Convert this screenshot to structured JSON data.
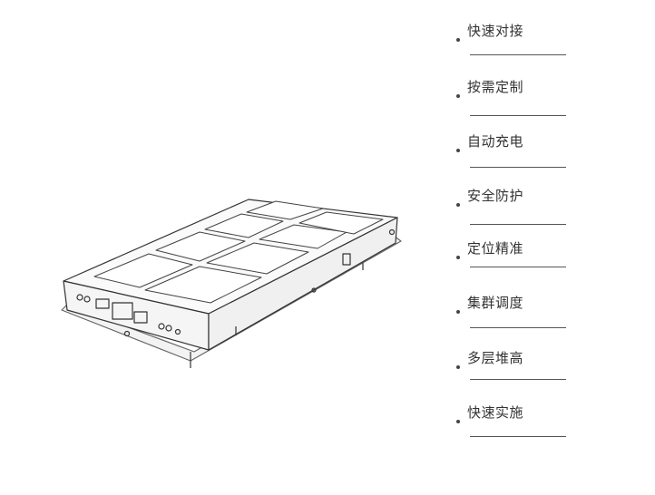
{
  "features": [
    {
      "label": "快速对接"
    },
    {
      "label": "按需定制"
    },
    {
      "label": "自动充电"
    },
    {
      "label": "安全防护"
    },
    {
      "label": "定位精准"
    },
    {
      "label": "集群调度"
    },
    {
      "label": "多层堆高"
    },
    {
      "label": "快速实施"
    }
  ],
  "illustration": {
    "icon": "agv-robot-sketch-icon"
  }
}
